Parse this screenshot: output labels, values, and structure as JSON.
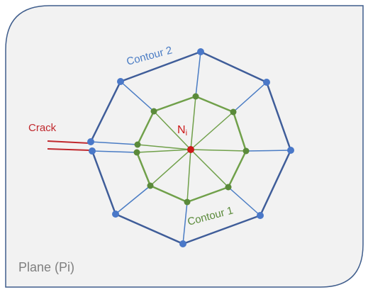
{
  "plane": {
    "label": "Plane (Pi)"
  },
  "crack": {
    "label": "Crack"
  },
  "node": {
    "label_main": "N",
    "label_sub": "i"
  },
  "contour2": {
    "label": "Contour 2"
  },
  "contour1": {
    "label": "Contour 1"
  },
  "colors": {
    "plane_fill": "#f2f2f2",
    "plane_stroke": "#3f5d8c",
    "outer_polygon": "#3f5d99",
    "spokes_outer": "#4a7cc4",
    "inner_polygon": "#70a04a",
    "node_outer": "#4a78c8",
    "node_inner": "#5a8a3a",
    "center_node": "#cc1a1a",
    "crack": "#c0282d",
    "contour2_text": "#4a7cc4",
    "contour1_text": "#5a8a3a",
    "plane_text": "#7f7f7f"
  }
}
